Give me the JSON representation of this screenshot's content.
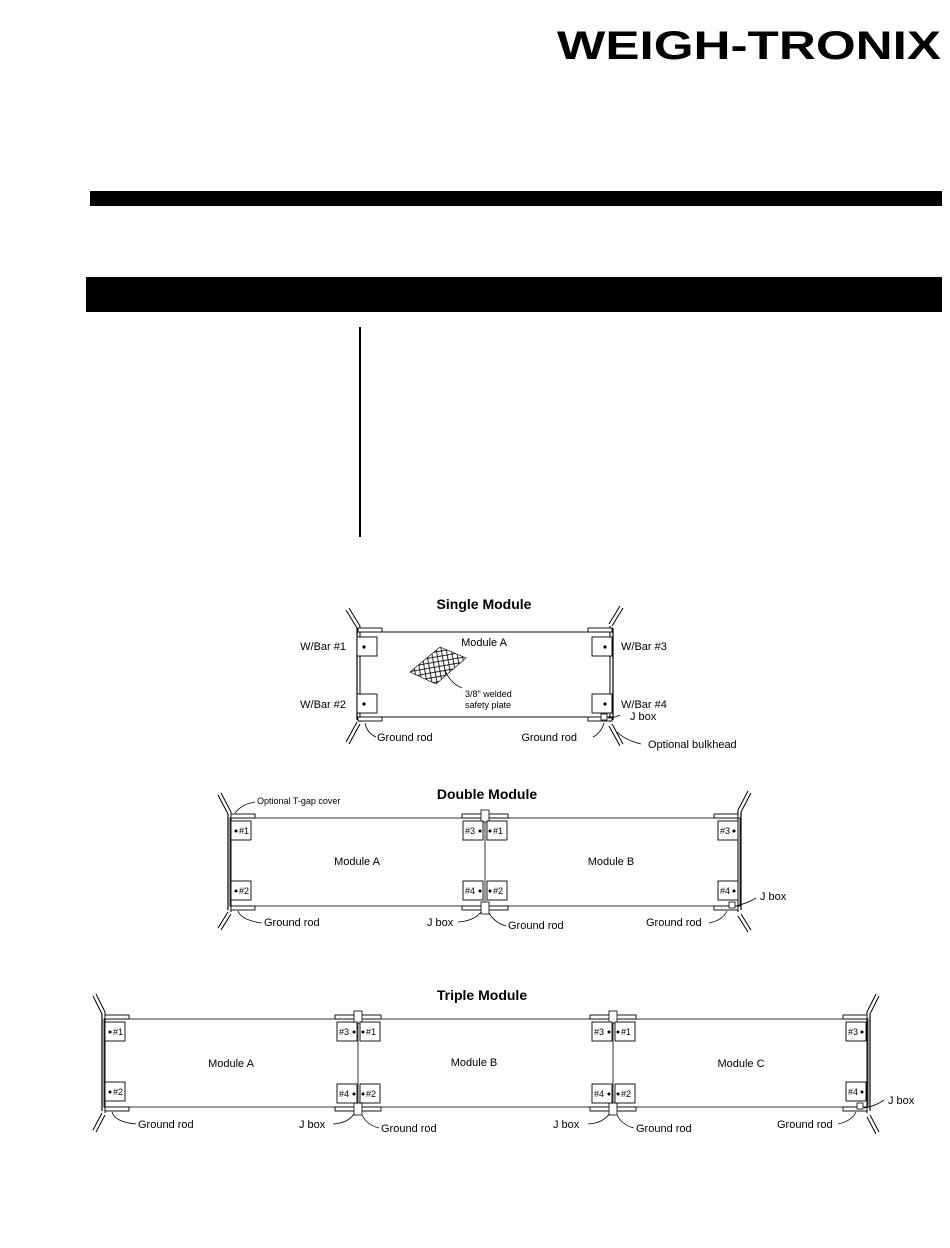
{
  "brand": {
    "logo_text": "WEIGH-TRONIX"
  },
  "diagrams": {
    "single": {
      "title": "Single Module",
      "module_a": "Module A",
      "wbar1": "W/Bar #1",
      "wbar2": "W/Bar #2",
      "wbar3": "W/Bar #3",
      "wbar4": "W/Bar #4",
      "plate_line1": "3/8\" welded",
      "plate_line2": "safety plate",
      "ground_rod": "Ground rod",
      "jbox": "J box",
      "bulkhead": "Optional bulkhead"
    },
    "double": {
      "title": "Double Module",
      "tgap": "Optional T-gap cover",
      "module_a": "Module A",
      "module_b": "Module B",
      "n1": "#1",
      "n2": "#2",
      "n3": "#3",
      "n4": "#4",
      "jbox": "J box",
      "ground_rod": "Ground rod"
    },
    "triple": {
      "title": "Triple Module",
      "module_a": "Module A",
      "module_b": "Module B",
      "module_c": "Module C",
      "n1": "#1",
      "n2": "#2",
      "n3": "#3",
      "n4": "#4",
      "jbox": "J box",
      "ground_rod": "Ground rod"
    }
  }
}
